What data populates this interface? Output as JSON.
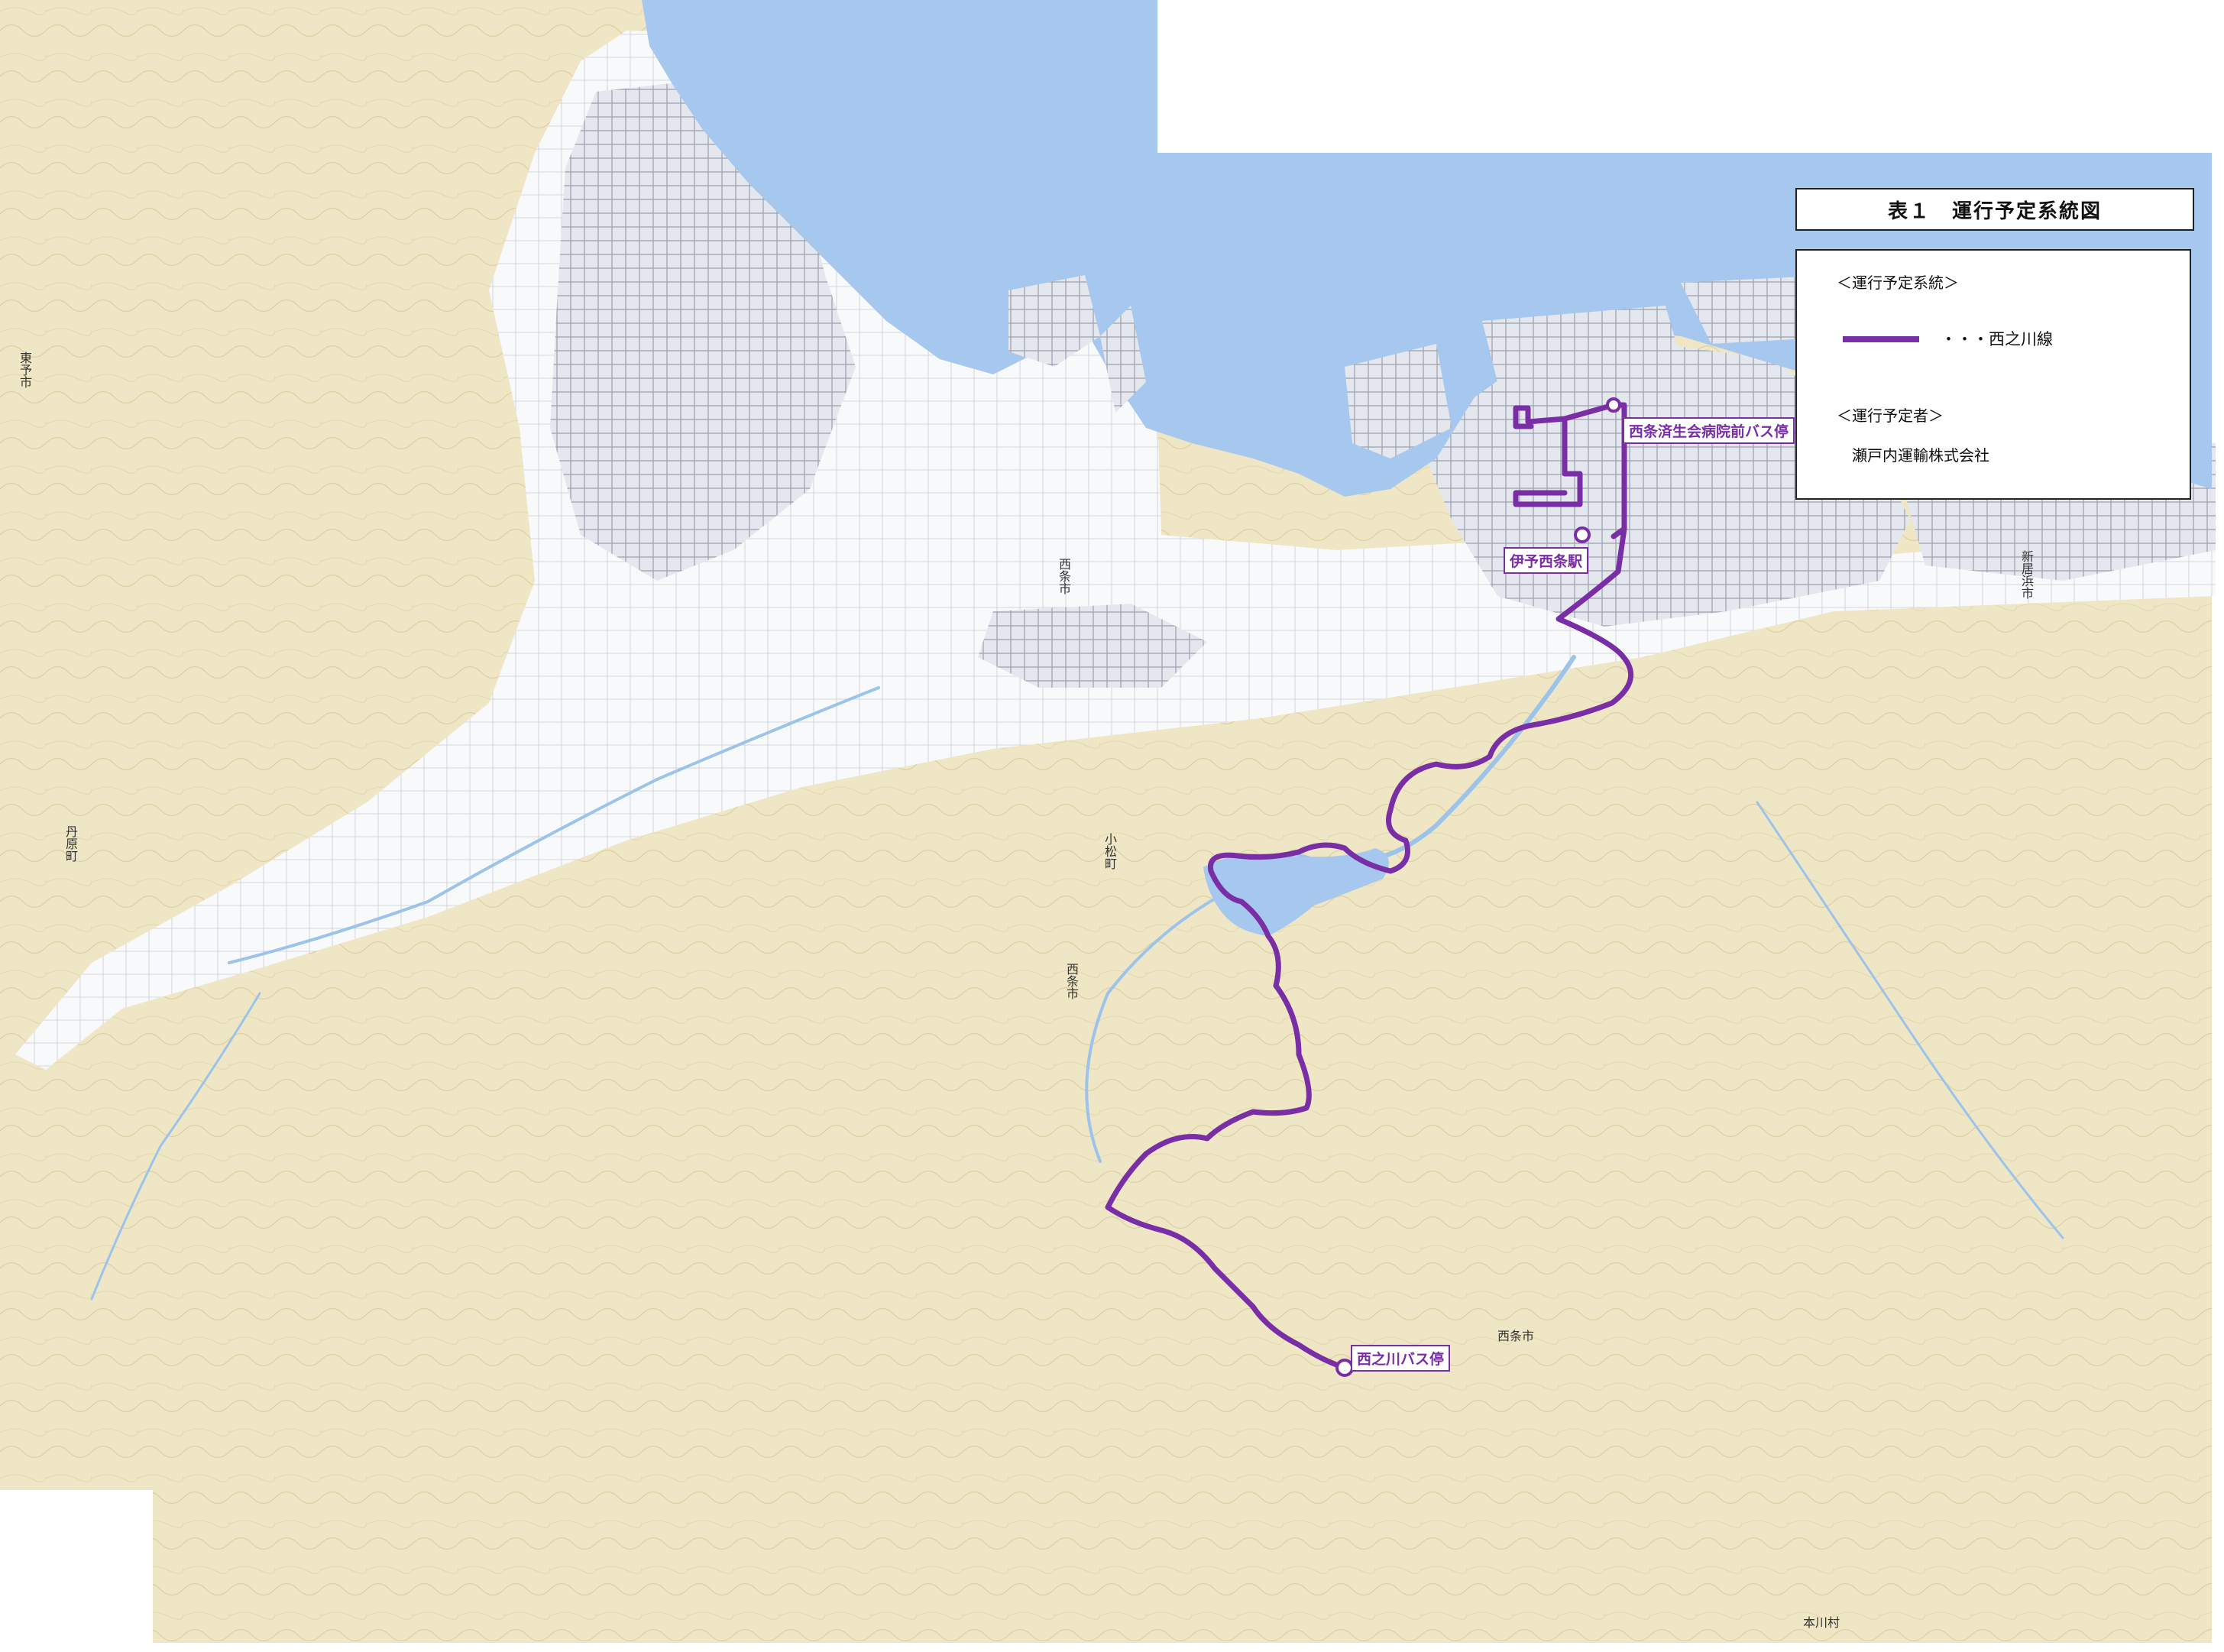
{
  "legend": {
    "title": "表１　運行予定系統図",
    "system_heading": "＜運行予定系統＞",
    "route_label": "・・・西之川線",
    "route_color": "#7a2ea5",
    "operator_heading": "＜運行予定者＞",
    "operator_name": "瀬戸内運輸株式会社"
  },
  "stops": [
    {
      "id": "hospital",
      "label": "西条済生会病院前バス停"
    },
    {
      "id": "station",
      "label": "伊予西条駅"
    },
    {
      "id": "nishinokawa",
      "label": "西之川バス停"
    }
  ],
  "colors": {
    "sea": "#a6c8ee",
    "mountain": "#efe6c6",
    "lowland": "#f6f7f9",
    "urban": "#d8dbe2",
    "route": "#7a2ea5",
    "river": "#bcd6f0"
  },
  "places": [
    {
      "id": "toyo",
      "text": "東予市"
    },
    {
      "id": "saijo1",
      "text": "西条市"
    },
    {
      "id": "saijo2",
      "text": "西条市"
    },
    {
      "id": "saijo3",
      "text": "西条市"
    },
    {
      "id": "komatsu",
      "text": "小松町"
    },
    {
      "id": "tanbara",
      "text": "丹原町"
    },
    {
      "id": "niihama",
      "text": "新居浜市"
    },
    {
      "id": "honkawa",
      "text": "本川村"
    }
  ]
}
